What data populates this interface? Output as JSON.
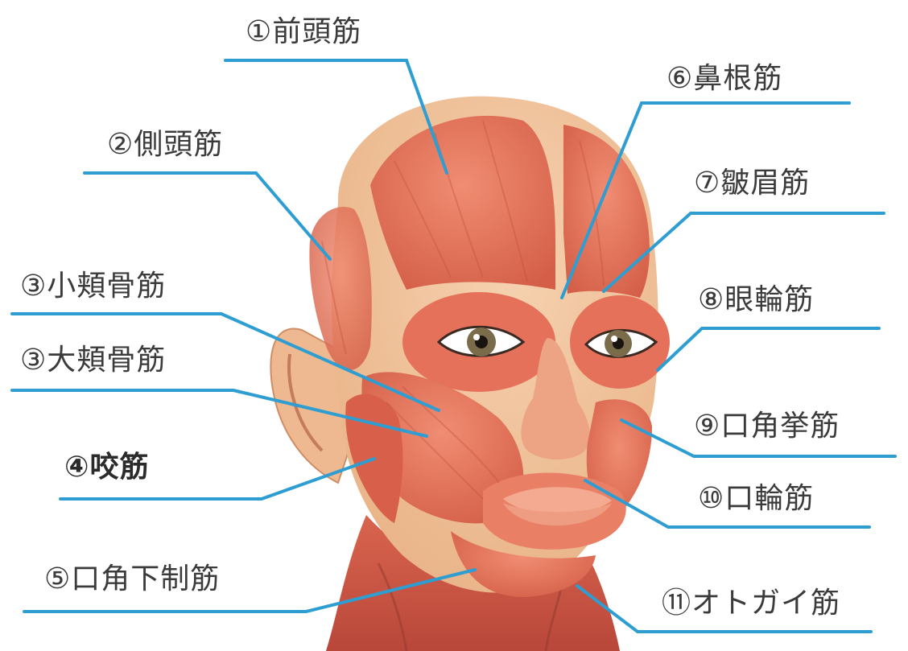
{
  "colors": {
    "line": "#2e9ed2",
    "text": "#3b3b3b",
    "skin": "#f2c49a",
    "muscle": "#e5715a",
    "muscle_dark": "#c8503d",
    "highlight": "#f7b195"
  },
  "labels": [
    {
      "id": "frontalis",
      "text": "①前頭筋",
      "bold": false
    },
    {
      "id": "temporalis",
      "text": "②側頭筋",
      "bold": false
    },
    {
      "id": "zygomaticus-minor",
      "text": "③小頬骨筋",
      "bold": false
    },
    {
      "id": "zygomaticus-major",
      "text": "③大頬骨筋",
      "bold": false
    },
    {
      "id": "masseter",
      "text": "④咬筋",
      "bold": true
    },
    {
      "id": "depressor-anguli-oris",
      "text": "⑤口角下制筋",
      "bold": false
    },
    {
      "id": "procerus",
      "text": "⑥鼻根筋",
      "bold": false
    },
    {
      "id": "corrugator",
      "text": "⑦皺眉筋",
      "bold": false
    },
    {
      "id": "orbicularis-oculi",
      "text": "⑧眼輪筋",
      "bold": false
    },
    {
      "id": "levator-anguli-oris",
      "text": "⑨口角挙筋",
      "bold": false
    },
    {
      "id": "orbicularis-oris",
      "text": "⑩口輪筋",
      "bold": false
    },
    {
      "id": "mentalis",
      "text": "⑪オトガイ筋",
      "bold": false
    }
  ]
}
